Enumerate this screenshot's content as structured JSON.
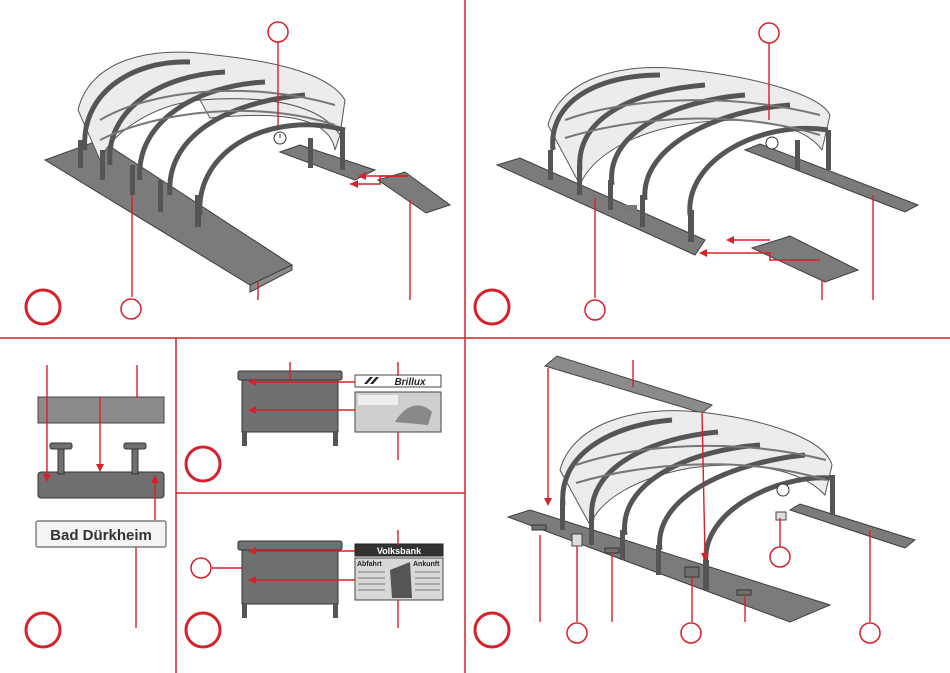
{
  "colors": {
    "accent": "#d8202a",
    "part_gray": "#8b8b8b",
    "roof_light": "#ececec"
  },
  "signs": {
    "station_name": "Bad Dürkheim",
    "ad_brillux": "Brillux",
    "ad_volksbank": "Volksbank",
    "ad_abfahrt": "Abfahrt",
    "ad_ankunft": "Ankunft"
  },
  "icons": [
    "clock-icon",
    "step-number-circle",
    "part-callout-circle",
    "assembly-arrow"
  ]
}
